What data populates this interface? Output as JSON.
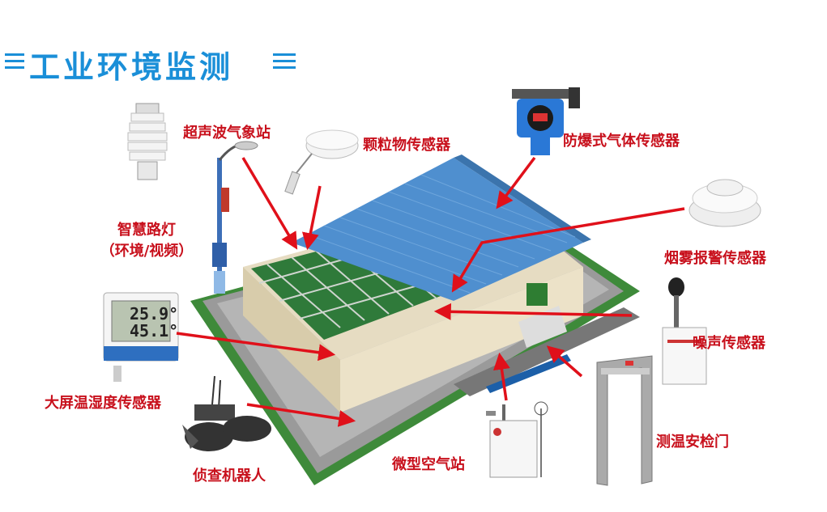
{
  "title": "工业环境监测",
  "labels": {
    "weather_station": "超声波气象站",
    "particle_sensor": "颗粒物传感器",
    "explosion_gas_sensor": "防爆式气体传感器",
    "smart_streetlight_line1": "智慧路灯",
    "smart_streetlight_line2": "（环境/视频）",
    "smoke_alarm": "烟雾报警传感器",
    "noise_sensor": "噪声传感器",
    "big_screen_th_sensor": "大屏温湿度传感器",
    "temp_security_gate": "测温安检门",
    "mini_air_station": "微型空气站",
    "patrol_robot": "侦查机器人"
  },
  "display": {
    "temperature": "25.9°",
    "humidity": "45.1°"
  },
  "colors": {
    "title": "#1a8fd8",
    "label": "#c8101c",
    "arrow": "#e0101a",
    "roof": "#4f8fcf",
    "grass": "#3e8a3a",
    "wall": "#e6dcc2"
  }
}
